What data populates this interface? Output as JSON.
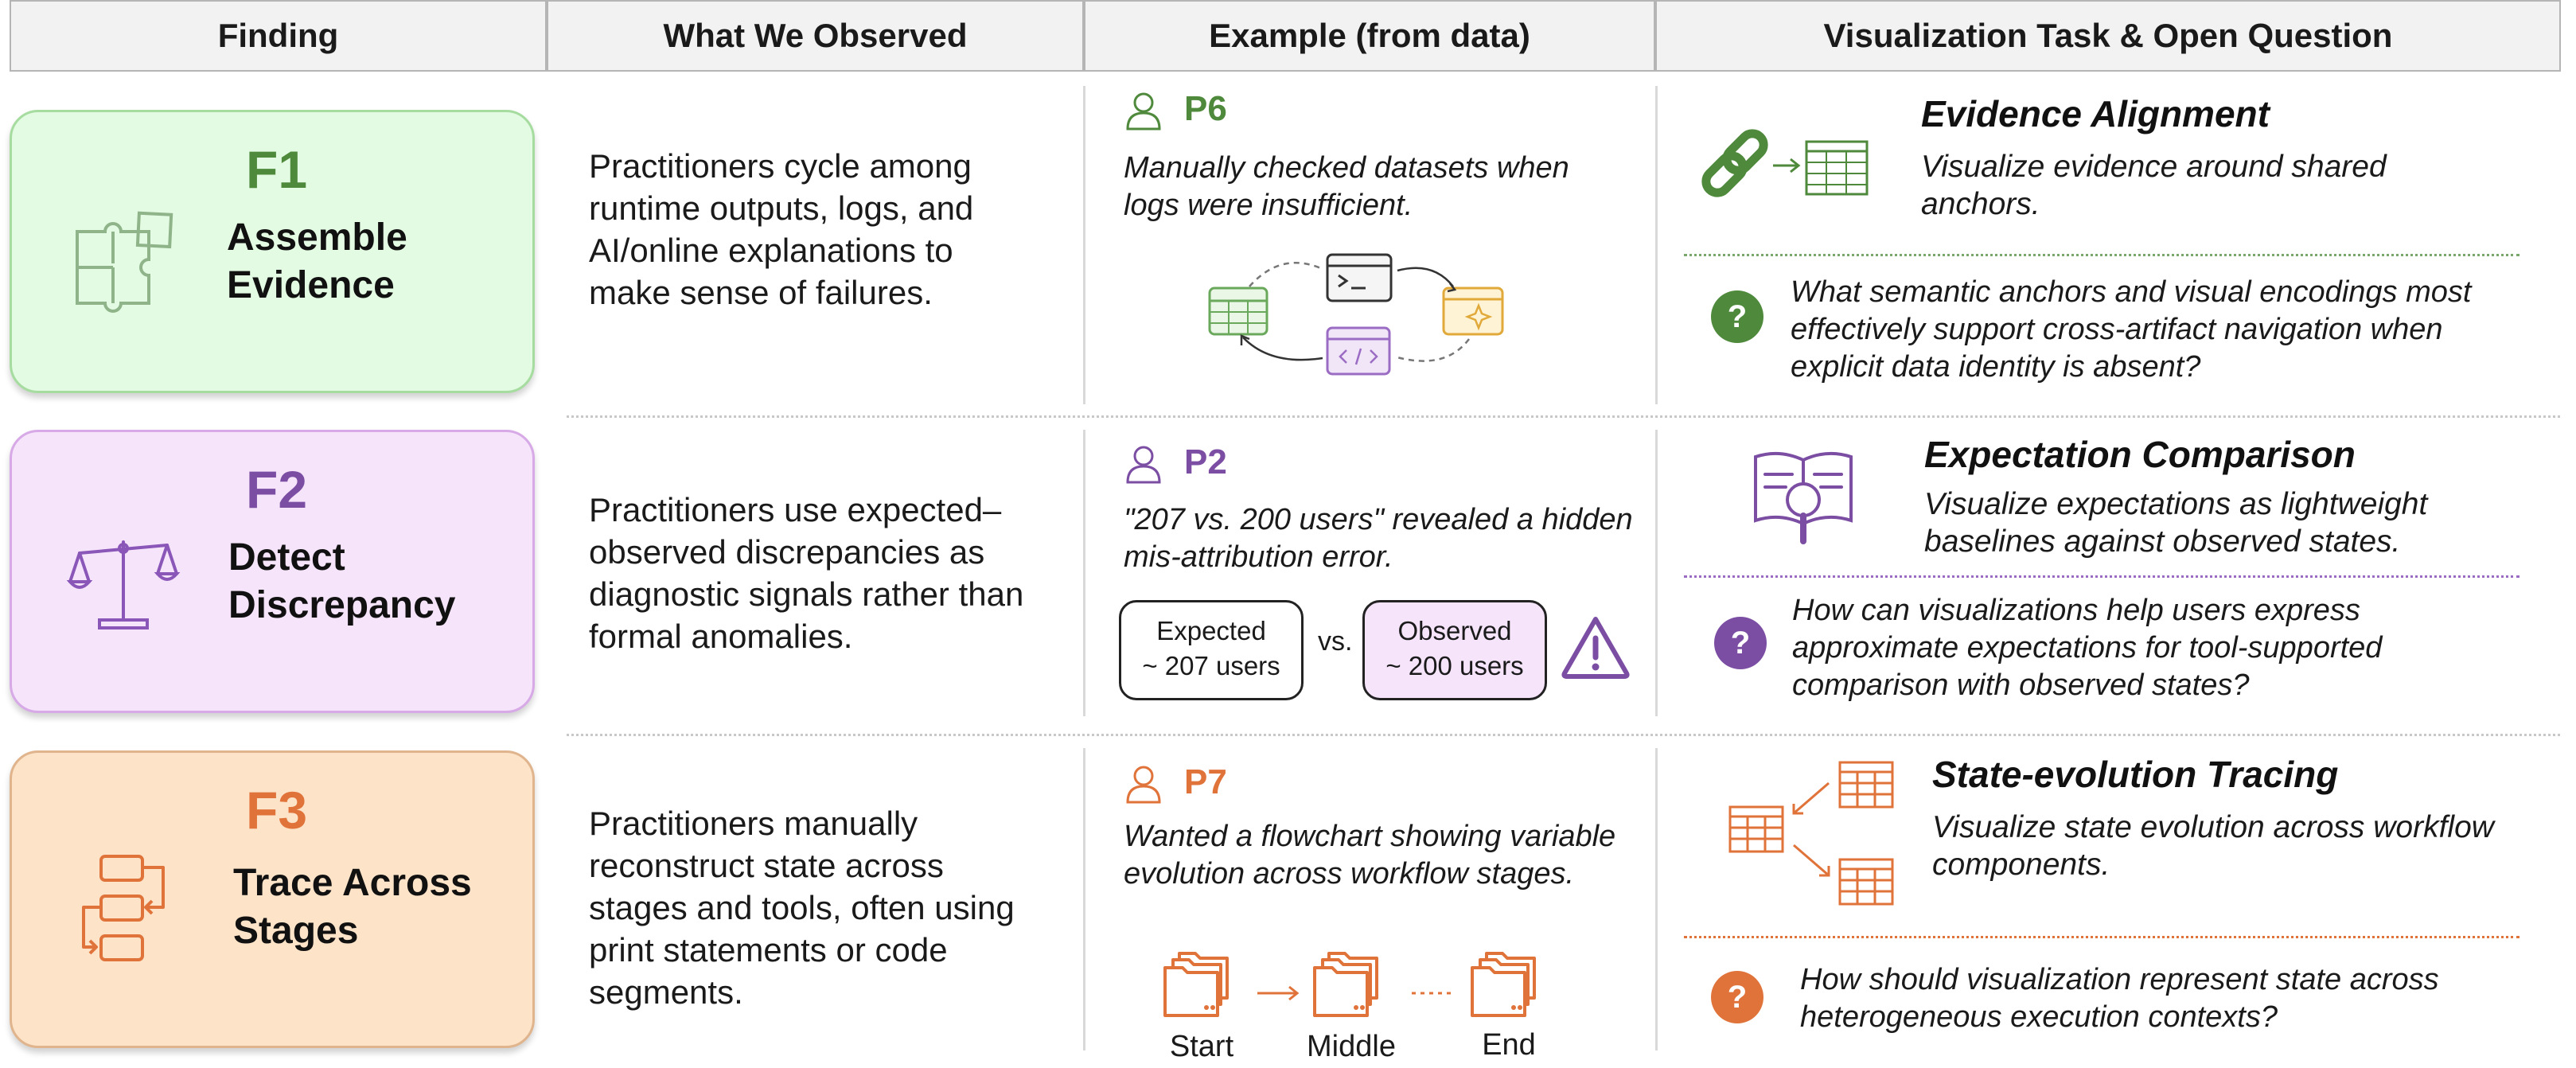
{
  "headers": [
    "Finding",
    "What We Observed",
    "Example (from data)",
    "Visualization Task & Open Question"
  ],
  "findings": [
    {
      "id": "F1",
      "name_line1": "Assemble",
      "name_line2": "Evidence",
      "icon": "puzzle-icon",
      "color": "#4f8a3c",
      "card_bg": "#e3fbe2",
      "card_border": "#a6dca0",
      "observed": "Practitioners cycle among runtime outputs, logs, and AI/online explanations to make sense of failures.",
      "participant": "P6",
      "quote": "Manually checked datasets when logs were insufficient.",
      "task_title": "Evidence Alignment",
      "task_desc": "Visualize evidence around shared anchors.",
      "question_mark": "?",
      "question": "What semantic anchors and visual encodings most effectively support cross-artifact navigation when explicit data identity is absent?"
    },
    {
      "id": "F2",
      "name_line1": "Detect",
      "name_line2": "Discrepancy",
      "icon": "balance-scale-icon",
      "color": "#7b4ea3",
      "card_bg": "#f6e4fb",
      "card_border": "#d7a9e6",
      "observed": "Practitioners use expected–observed discrepancies as diagnostic signals rather than formal anomalies.",
      "participant": "P2",
      "quote": "\"207 vs. 200 users\" revealed a hidden mis-attribution error.",
      "expected_line1": "Expected",
      "expected_line2": "~ 207 users",
      "vs_label": "vs.",
      "observed_line1": "Observed",
      "observed_line2": "~ 200 users",
      "task_title": "Expectation Comparison",
      "task_desc": "Visualize expectations as lightweight baselines against observed states.",
      "question_mark": "?",
      "question": "How can visualizations help users express approximate expectations for tool-supported comparison with observed states?"
    },
    {
      "id": "F3",
      "name_line1": "Trace Across",
      "name_line2": "Stages",
      "icon": "flowchart-icon",
      "color": "#e0733a",
      "card_bg": "#fde3c8",
      "card_border": "#e0b48c",
      "observed": "Practitioners manually reconstruct state across stages and tools, often using print statements or code segments.",
      "participant": "P7",
      "quote": "Wanted a flowchart showing variable evolution across workflow stages.",
      "stage_start": "Start",
      "stage_middle": "Middle",
      "stage_end": "End",
      "task_title": "State-evolution Tracing",
      "task_desc": "Visualize state evolution across workflow components.",
      "question_mark": "?",
      "question": "How should visualization represent state across heterogeneous execution contexts?"
    }
  ]
}
